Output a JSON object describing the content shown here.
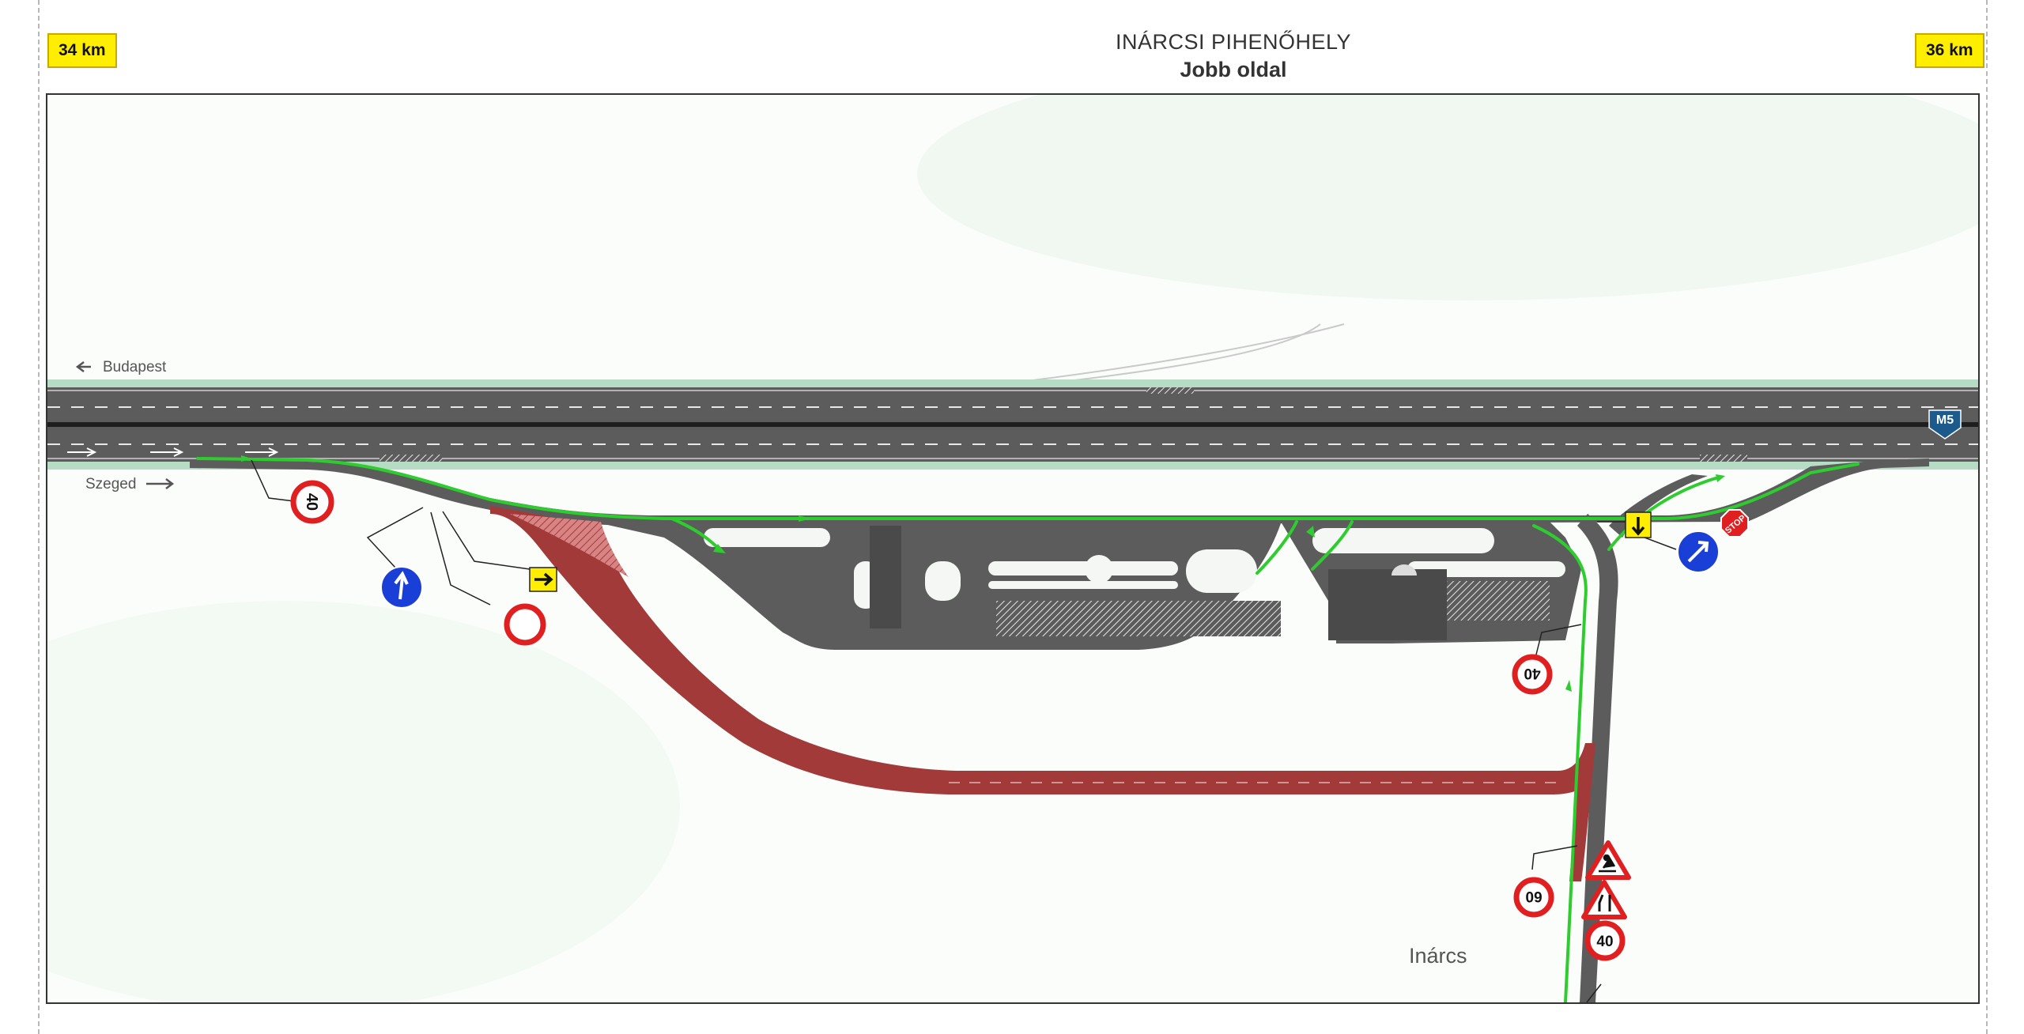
{
  "header": {
    "title": "INÁRCSI PIHENŐHELY",
    "subtitle": "Jobb oldal",
    "km_left": "34 km",
    "km_right": "36 km"
  },
  "map": {
    "direction_labels": {
      "budapest": "Budapest",
      "szeged": "Szeged"
    },
    "motorway_shield": "M5",
    "place_label": "Inárcs",
    "signs": {
      "speed_40_entry": "40",
      "speed_40_exit": "40",
      "speed_60_access": "60",
      "speed_40_access": "40",
      "stop": "STOP"
    },
    "colors": {
      "road": "#5c5c5c",
      "closed_section": "#a23a3a",
      "traffic_route": "#2ecc2e",
      "sign_red": "#e02020",
      "sign_blue": "#1a3fd6",
      "sign_yellow": "#ffee00",
      "verge": "#b7dcc5"
    }
  }
}
